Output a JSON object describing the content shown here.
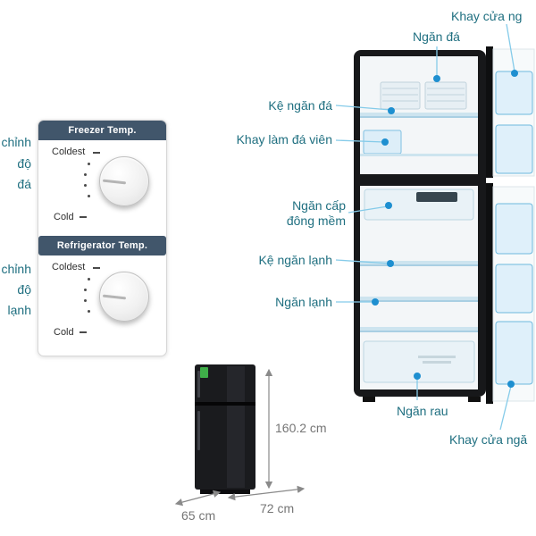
{
  "colors": {
    "callout_text": "#1f6f80",
    "callout_line": "#85cbe9",
    "callout_dot": "#1e8fd0",
    "panel_header_bg": "#41566b",
    "dimension_text": "#757575"
  },
  "control_panel": {
    "freezer": {
      "title": "Freezer Temp.",
      "max_label": "Coldest",
      "min_label": "Cold"
    },
    "refrigerator": {
      "title": "Refrigerator Temp.",
      "max_label": "Coldest",
      "min_label": "Cold"
    }
  },
  "left_fragments": {
    "f1": "chỉnh",
    "f2": "độ",
    "f3": "đá",
    "r1": "chỉnh",
    "r2": "độ",
    "r3": "lạnh"
  },
  "callouts": {
    "door_tray_top": "Khay cửa ng",
    "freezer_compartment": "Ngăn đá",
    "freezer_shelf": "Kệ ngăn đá",
    "ice_cube_tray": "Khay làm đá viên",
    "soft_freeze": "Ngăn cấp đông mềm",
    "fridge_shelf": "Kệ ngăn lạnh",
    "fridge_compartment": "Ngăn lạnh",
    "vegetable_drawer": "Ngăn rau",
    "door_tray_bottom": "Khay cửa ngă"
  },
  "dimensions": {
    "height": "160.2 cm",
    "depth": "65 cm",
    "width": "72 cm"
  }
}
